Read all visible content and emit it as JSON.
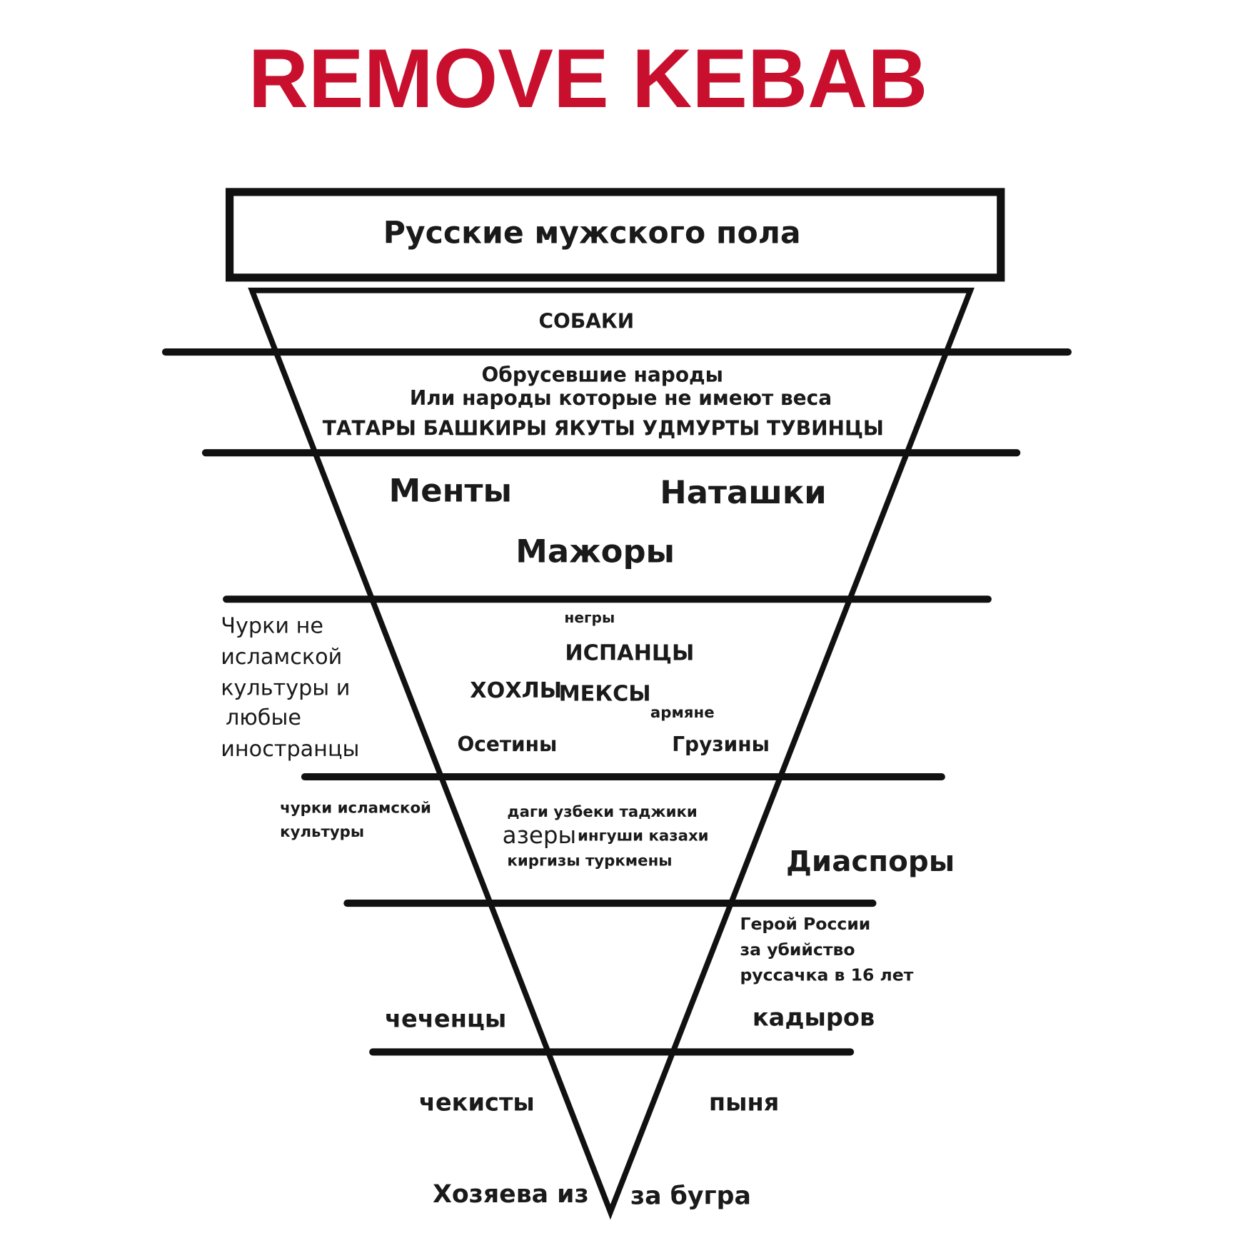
{
  "title": "REMOVE KEBAB",
  "title_color": "#c8102e",
  "top_box": "Русские мужского пола",
  "tiers": {
    "t1": "СОБАКИ",
    "t2": [
      "Обрусевшие народы",
      "Или народы которые не имеют веса",
      "ТАТАРЫ  БАШКИРЫ ЯКУТЫ УДМУРТЫ ТУВИНЦЫ"
    ],
    "t3": [
      "Менты",
      "Наташки",
      "Мажоры"
    ],
    "t4": [
      "негры",
      "ИСПАНЦЫ",
      "ХОХЛЫ",
      "МЕКСЫ",
      "армяне",
      "Осетины",
      "Грузины"
    ],
    "t4_side": [
      "Чурки не",
      "исламской",
      "культуры и",
      "любые",
      "иностранцы"
    ],
    "t5": [
      "даги узбеки таджики",
      "азеры",
      "ингуши казахи",
      "киргизы туркмены"
    ],
    "t5_side": [
      "чурки исламской",
      "культуры"
    ],
    "t5_right": "Диаспоры",
    "t6_right": [
      "Герой России",
      "за убийство",
      "руссачка в 16 лет"
    ],
    "t6": [
      "чеченцы",
      "кадыров"
    ],
    "t7": [
      "чекисты",
      "пыня"
    ],
    "bottom": [
      "Хозяева из",
      "за бугра"
    ]
  }
}
